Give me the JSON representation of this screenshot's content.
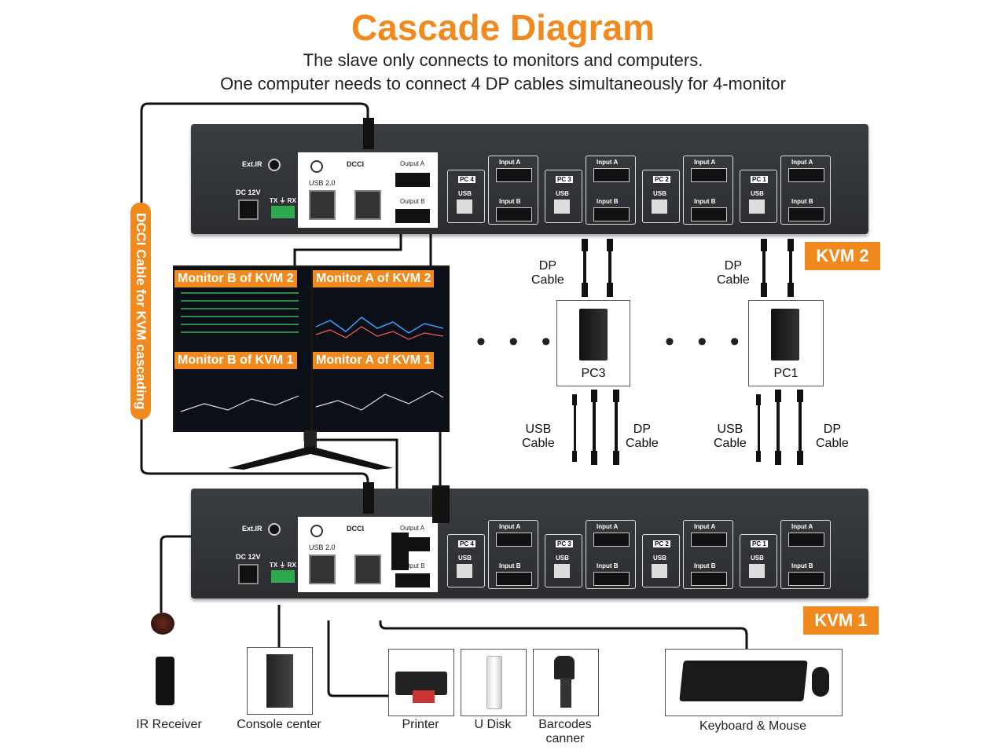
{
  "header": {
    "title": "Cascade Diagram",
    "line1": "The slave only connects to monitors and computers.",
    "line2": "One computer needs to connect 4 DP cables simultaneously for 4-monitor"
  },
  "kvm": {
    "kvm2_label": "KVM 2",
    "kvm1_label": "KVM 1",
    "ext_ir": "Ext.IR",
    "dc12v": "DC 12V",
    "txrx": "TX ⏚ RX",
    "dcci": "DCCI",
    "usb20": "USB 2.0",
    "output_a": "Output A",
    "output_b": "Output B",
    "usb": "USB",
    "input_a": "Input A",
    "input_b": "Input B",
    "pcs": [
      "PC 4",
      "PC 3",
      "PC 2",
      "PC 1"
    ]
  },
  "side_label": "DCCI Cable for KVM cascading",
  "monitors": {
    "b_kvm2": "Monitor B of KVM 2",
    "a_kvm2": "Monitor A of KVM 2",
    "b_kvm1": "Monitor B of KVM 1",
    "a_kvm1": "Monitor A of KVM 1"
  },
  "pcs": {
    "pc3": "PC3",
    "pc1": "PC1",
    "dp_cable": "DP\nCable",
    "usb_cable": "USB\nCable",
    "dots": "• • •"
  },
  "peripherals": {
    "ir_receiver": "IR Receiver",
    "console_center": "Console center",
    "printer": "Printer",
    "u_disk": "U Disk",
    "barcode": "Barcodes\ncanner",
    "keyboard_mouse": "Keyboard & Mouse"
  },
  "colors": {
    "accent": "#f08a1e",
    "device": "#2e3034"
  }
}
